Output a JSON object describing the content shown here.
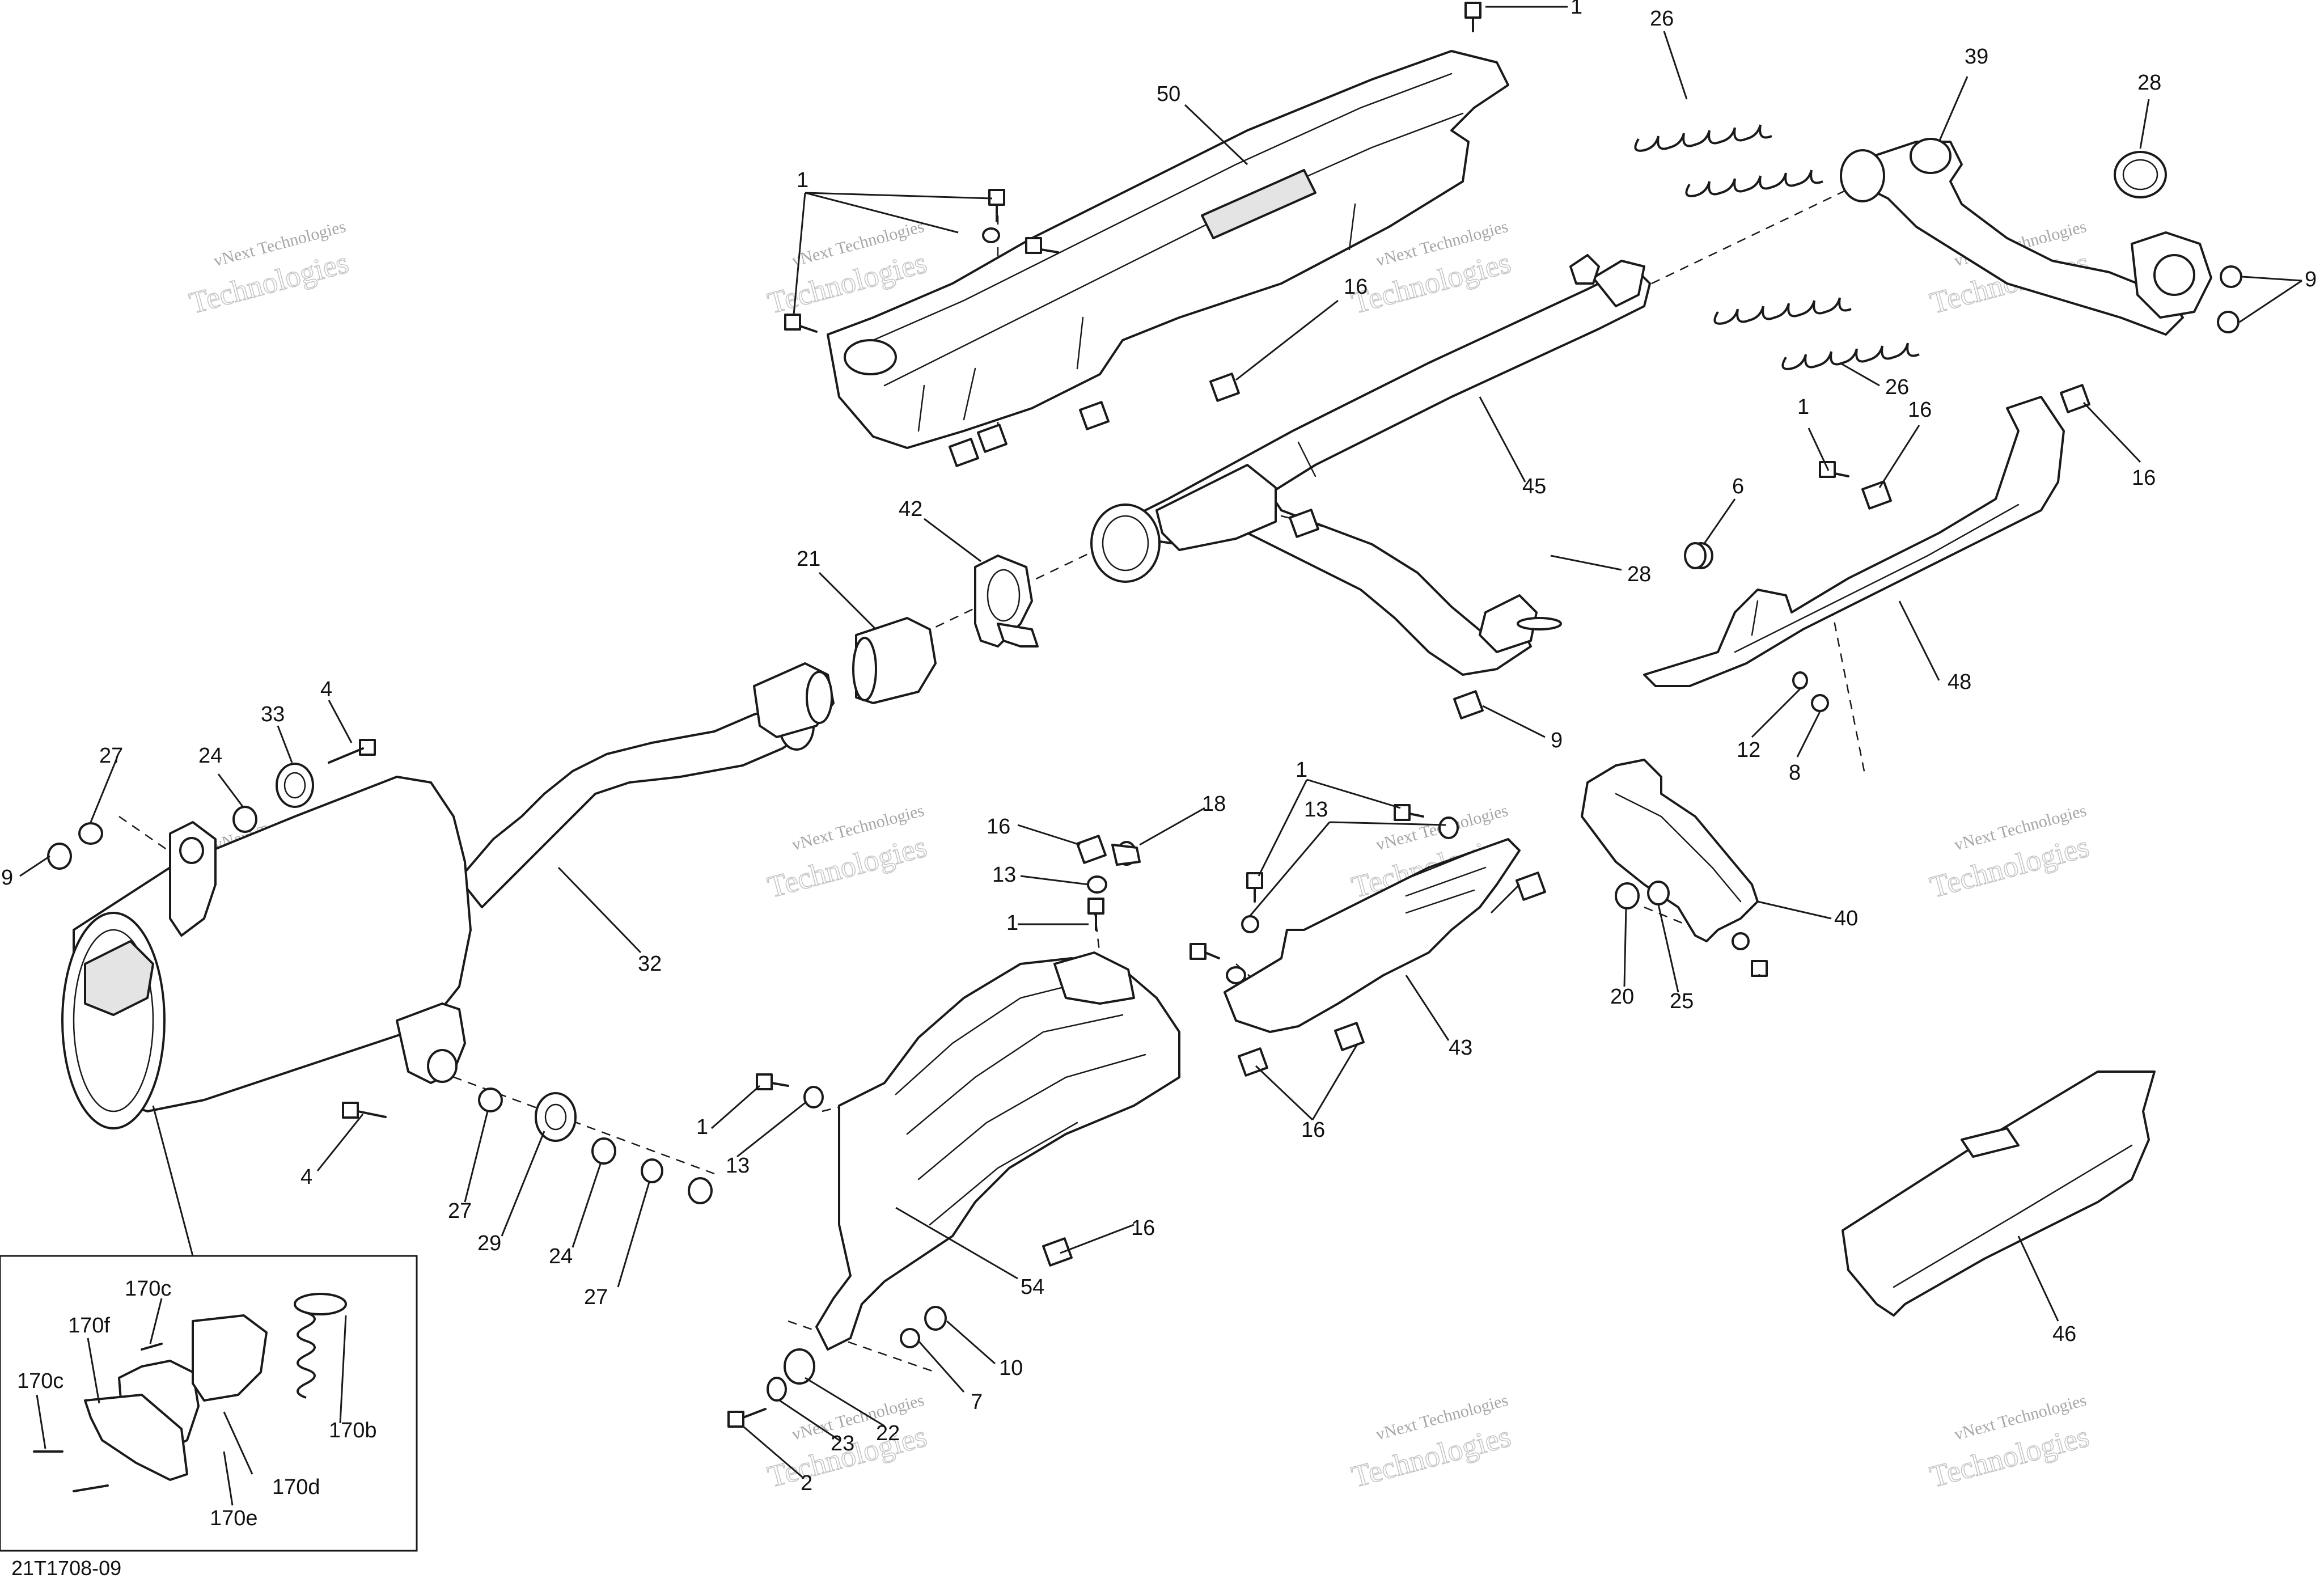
{
  "figure": {
    "reference_code": "21T1708-09",
    "watermark_line1": "vNext Technologies",
    "watermark_line2": "Technologies"
  },
  "callouts": {
    "c1_top": "1",
    "c26_top": "26",
    "c39": "39",
    "c28_top": "28",
    "c50": "50",
    "c1_left": "1",
    "c16_a": "16",
    "c9_right": "9",
    "c26_mid": "26",
    "c45": "45",
    "c1_b": "1",
    "c16_b": "16",
    "c16_c": "16",
    "c6": "6",
    "c42": "42",
    "c21": "21",
    "c28_mid": "28",
    "c48": "48",
    "c12": "12",
    "c8": "8",
    "c9_mid": "9",
    "c4_top": "4",
    "c33": "33",
    "c27_top": "27",
    "c24_top": "24",
    "c9_left": "9",
    "c16_d": "16",
    "c18": "18",
    "c13_a": "13",
    "c1_c": "1",
    "c1_d": "1",
    "c13_b": "13",
    "c40": "40",
    "c20": "20",
    "c25": "25",
    "c43": "43",
    "c32": "32",
    "c16_e": "16",
    "c1_e": "1",
    "c13_c": "13",
    "c4_bottom": "4",
    "c27_mid": "27",
    "c29": "29",
    "c24_bottom": "24",
    "c27_bottom": "27",
    "c16_f": "16",
    "c54": "54",
    "c10": "10",
    "c7": "7",
    "c22": "22",
    "c23": "23",
    "c2": "2",
    "c46": "46",
    "c170c_top": "170c",
    "c170f": "170f",
    "c170c_left": "170c",
    "c170b": "170b",
    "c170d": "170d",
    "c170e": "170e"
  }
}
